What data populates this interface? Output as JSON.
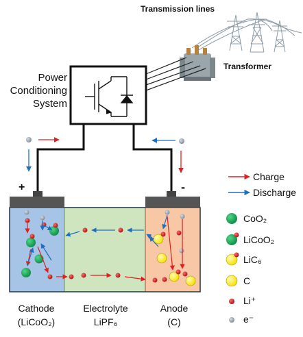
{
  "top_labels": {
    "transmission_lines": "Transmission lines",
    "transformer": "Transformer"
  },
  "power_box": {
    "line1": "Power",
    "line2": "Conditioning",
    "line3": "System"
  },
  "terminals": {
    "positive": "+",
    "negative": "-"
  },
  "legend": {
    "charge": "Charge",
    "discharge": "Discharge",
    "coo2": "CoO₂",
    "licoo2": "LiCoO₂",
    "lic6": "LiC₆",
    "c": "C",
    "li_ion": "Li⁺",
    "electron": "e⁻"
  },
  "compartments": {
    "cathode_name": "Cathode",
    "cathode_formula": "(LiCoO₂)",
    "electrolyte_name": "Electrolyte",
    "electrolyte_formula": "LiPF₆",
    "anode_name": "Anode",
    "anode_formula": "(C)"
  },
  "colors": {
    "cathode_fill": "#a6c4e6",
    "electrolyte_fill": "#cfe5c0",
    "anode_fill": "#f8c7a6",
    "charge_arrow": "#e02020",
    "discharge_arrow": "#1f6fbf",
    "coo2": "#1aa85a",
    "lic6": "#ffee00",
    "li_ion": "#cc1f1f",
    "electron": "#9aa4b0"
  }
}
